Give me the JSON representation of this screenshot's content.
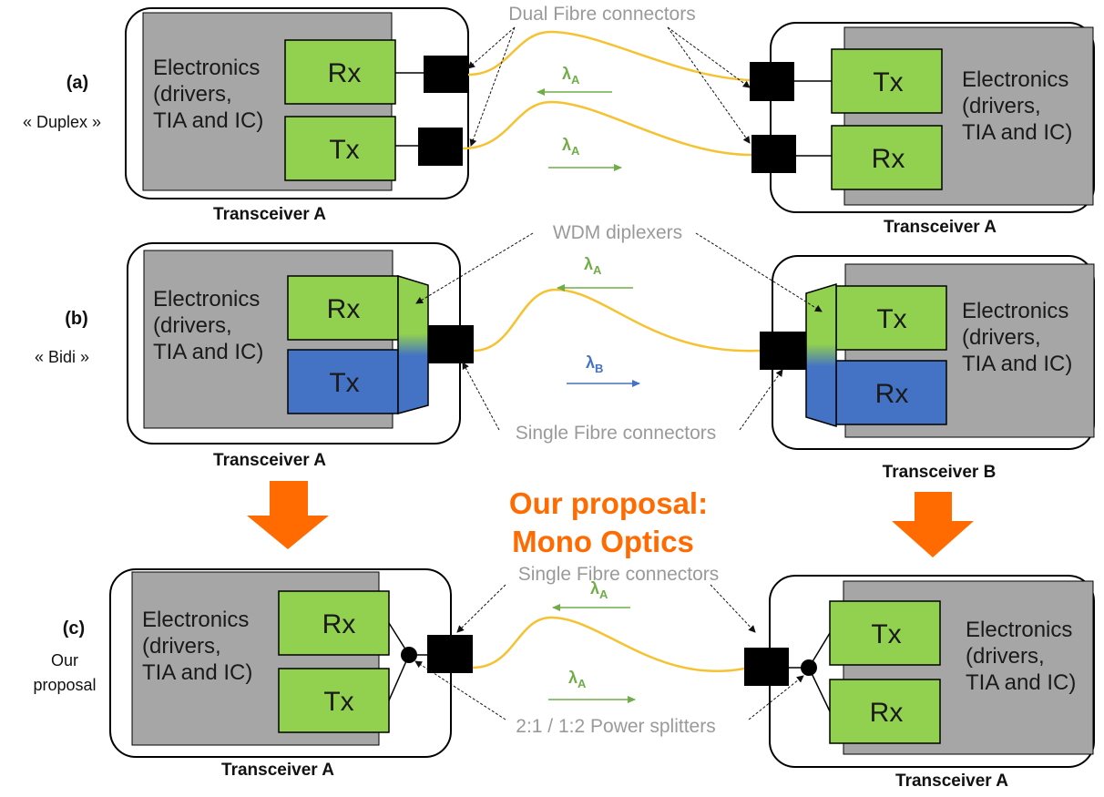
{
  "rows": [
    {
      "letter": "(a)",
      "name": "« Duplex »"
    },
    {
      "letter": "(b)",
      "name": "« Bidi »"
    },
    {
      "letter": "(c)",
      "name_line1": "Our",
      "name_line2": "proposal"
    }
  ],
  "electronics": {
    "line1": "Electronics",
    "line2": "(drivers,",
    "line3": "TIA and IC)"
  },
  "blocks": {
    "rx": "Rx",
    "tx": "Tx"
  },
  "captions": {
    "transceiver_a": "Transceiver A",
    "transceiver_b": "Transceiver B"
  },
  "annotations": {
    "dual_fibre": "Dual Fibre connectors",
    "wdm": "WDM diplexers",
    "single_fibre": "Single Fibre connectors",
    "splitters": "2:1 / 1:2 Power splitters"
  },
  "lambda": {
    "symbol": "λ",
    "a": "A",
    "b": "B"
  },
  "proposal": {
    "line1": "Our proposal:",
    "line2": "Mono Optics"
  },
  "colors": {
    "green_block": "#92d050",
    "blue_block": "#4472c4",
    "electronics_gray": "#a6a6a6",
    "fibre_yellow": "#f5c232",
    "annotation_gray": "#9a9a9a",
    "proposal_orange": "#ff6b00",
    "arrow_green": "#70ad47",
    "arrow_blue": "#4472c4"
  }
}
